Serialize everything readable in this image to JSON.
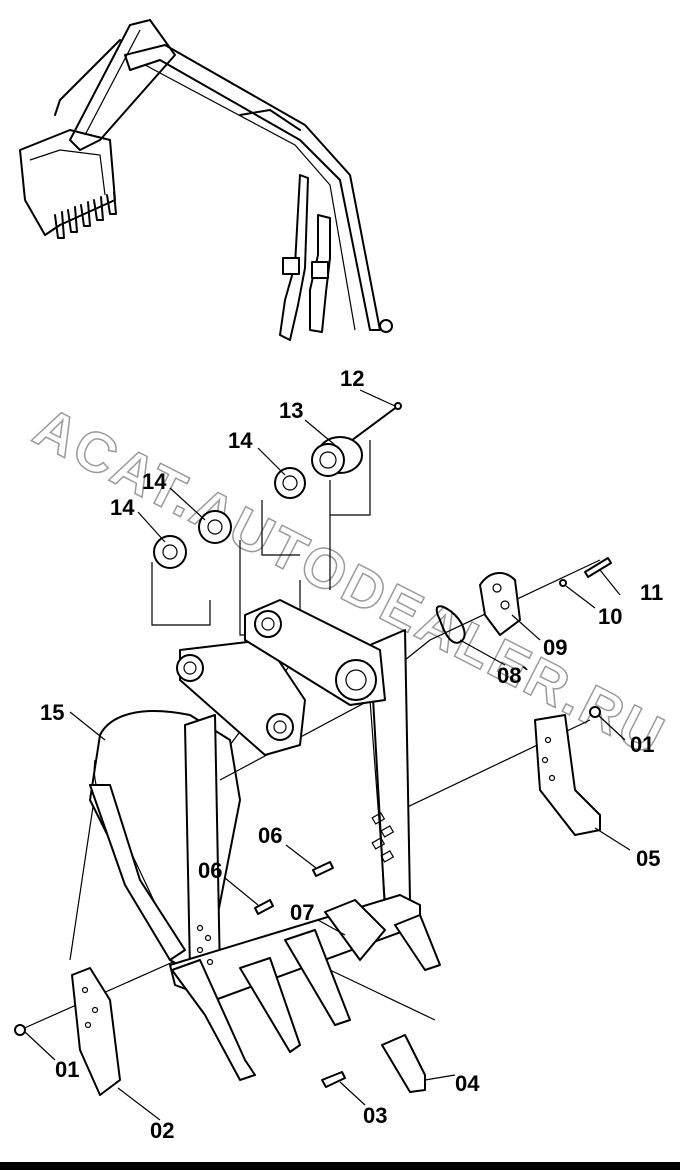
{
  "watermark": "ACAT.AUTODEALER.RU",
  "callouts": {
    "c01a": "01",
    "c01b": "01",
    "c02": "02",
    "c03": "03",
    "c04": "04",
    "c05": "05",
    "c06a": "06",
    "c06b": "06",
    "c07": "07",
    "c08": "08`",
    "c09": "09",
    "c10": "10",
    "c11": "11",
    "c12": "12",
    "c13": "13",
    "c14a": "14",
    "c14b": "14",
    "c14c": "14",
    "c15": "15"
  }
}
